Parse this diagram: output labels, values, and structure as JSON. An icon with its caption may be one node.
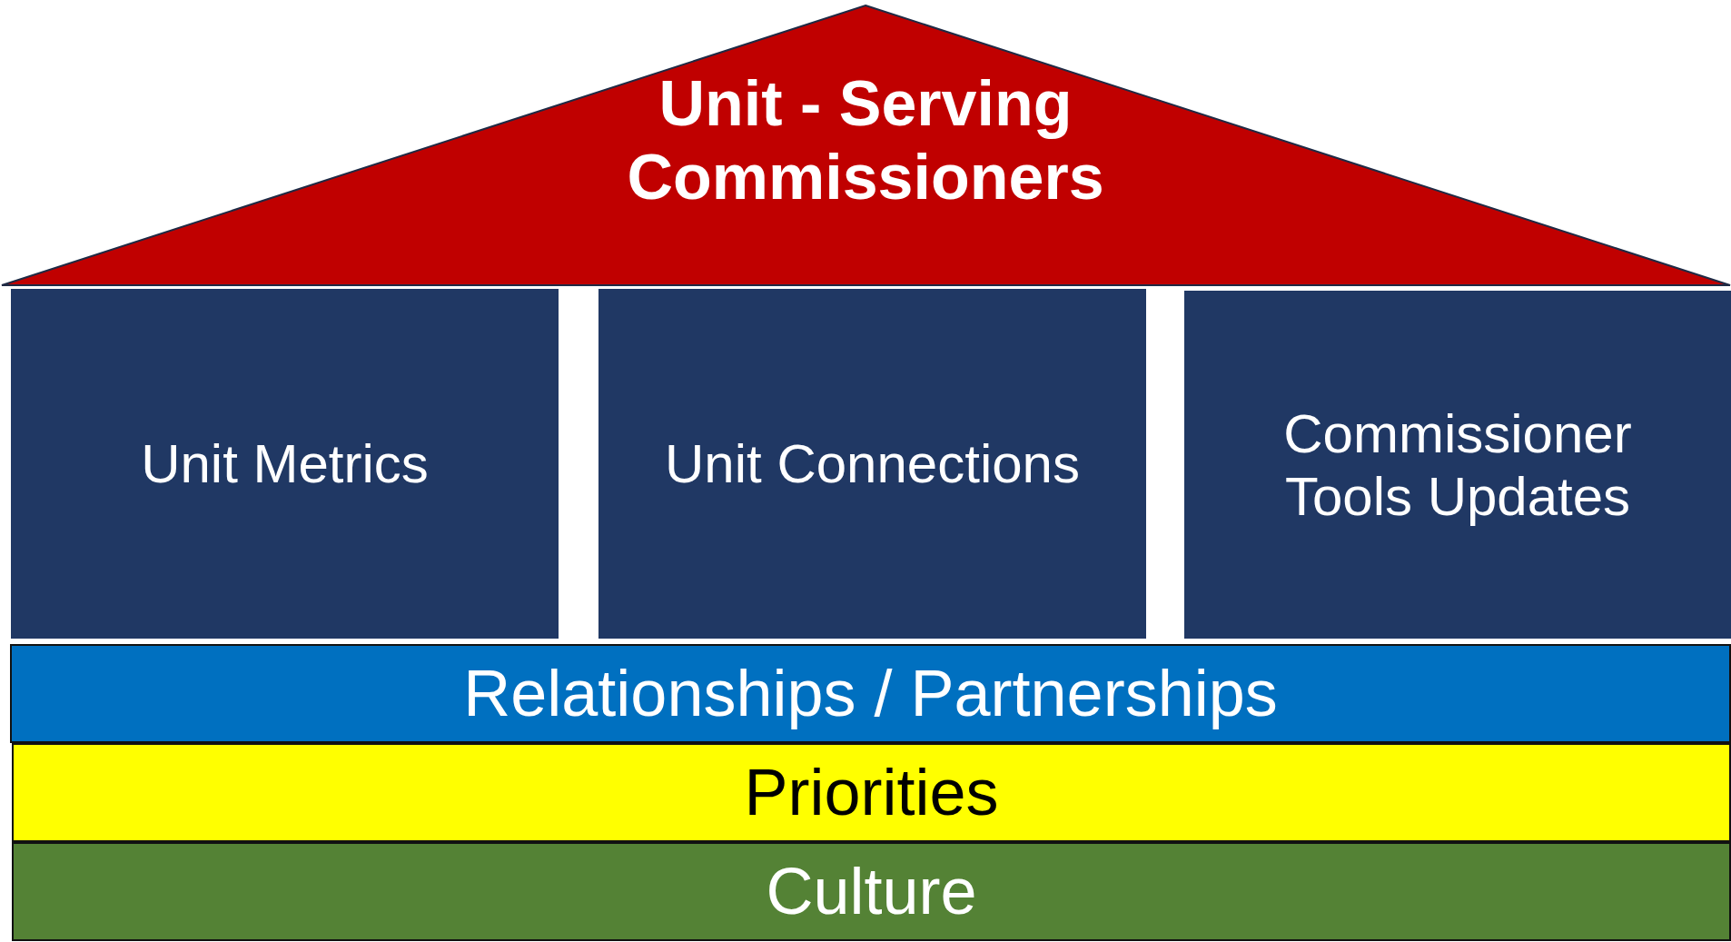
{
  "diagram": {
    "nodes": [
      {
        "text": [
          "Unit - Serving Commissioners"
        ]
      },
      {
        "text": [
          "Unit Metrics"
        ]
      },
      {
        "text": [
          "Unit Connections"
        ]
      },
      {
        "text": [
          "Commissioner Tools Updates"
        ]
      },
      {
        "text": [
          "Relationships / Partnerships"
        ]
      },
      {
        "text": [
          "Priorities"
        ]
      },
      {
        "text": [
          "Culture"
        ]
      }
    ]
  }
}
